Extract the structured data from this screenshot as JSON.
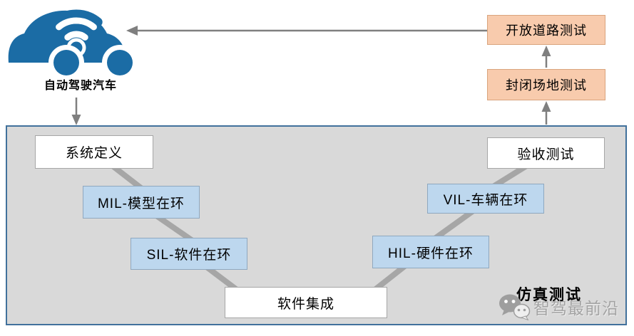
{
  "top": {
    "car_label": "自动驾驶汽车",
    "open_road_test": "开放道路测试",
    "closed_area_test": "封闭场地测试"
  },
  "panel": {
    "title": "仿真测试",
    "watermark_text": "智驾最前沿",
    "vmodel": {
      "system_definition": "系统定义",
      "mil": "MIL-模型在环",
      "sil": "SIL-软件在环",
      "software_integration": "软件集成",
      "hil": "HIL-硬件在环",
      "vil": "VIL-车辆在环",
      "acceptance_test": "验收测试"
    }
  },
  "colors": {
    "car_blue": "#1B6CA5",
    "panel_bg": "#D9D9D9",
    "panel_border": "#41719C",
    "white_box_bg": "#FFFFFF",
    "white_box_border": "#A6A6A6",
    "blue_box_bg": "#BDD7EE",
    "blue_box_border": "#8FA8BF",
    "orange_box_bg": "#F8CBAD",
    "orange_box_border": "#D9A47D",
    "arrow_gray": "#7F7F7F",
    "connector_gray": "#A6A6A6",
    "watermark_gray": "#9E9E9E"
  }
}
